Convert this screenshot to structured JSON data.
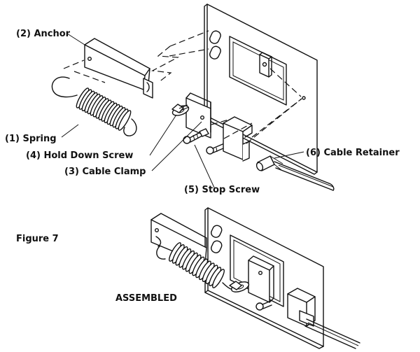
{
  "labels": {
    "anchor": "(2) Anchor",
    "spring": "(1) Spring",
    "hold_down_screw": "(4) Hold Down Screw",
    "cable_clamp": "(3) Cable Clamp",
    "stop_screw": "(5) Stop Screw",
    "cable_retainer": "(6) Cable Retainer",
    "figure": "Figure 7",
    "assembled": "ASSEMBLED"
  }
}
